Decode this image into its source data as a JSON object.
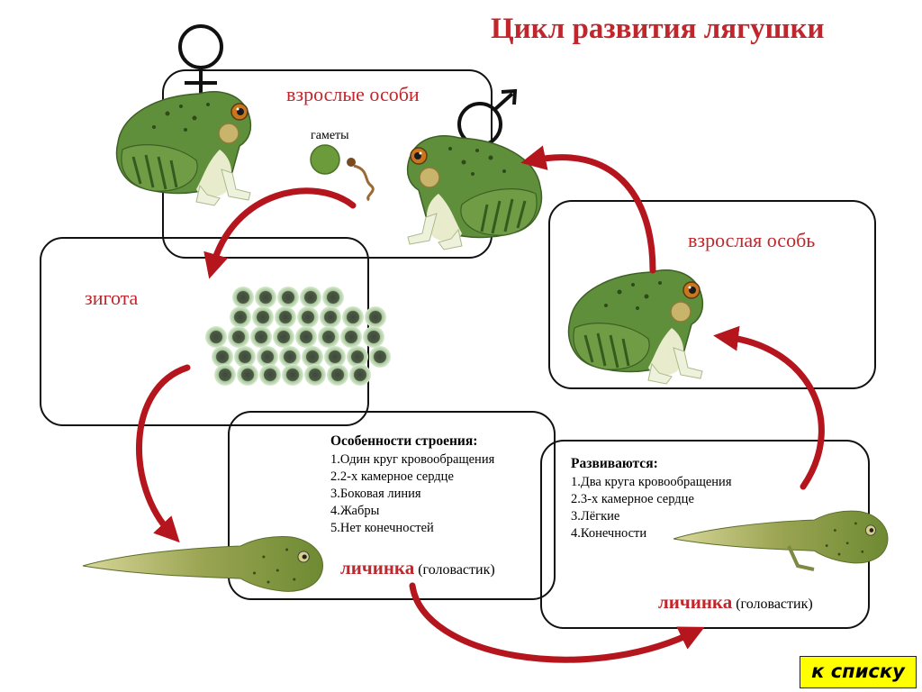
{
  "title": "Цикл развития лягушки",
  "colors": {
    "accent_red": "#c0272d",
    "frog_green": "#5f8f3a",
    "button_yellow": "#ffff00"
  },
  "stages": {
    "adults": {
      "label": "взрослые особи",
      "gametes_label": "гаметы",
      "female_symbol": "♀",
      "male_symbol": "♂"
    },
    "zygote": {
      "label": "зигота"
    },
    "larva1": {
      "heading": "Особенности строения:",
      "features": [
        "1.Один круг кровообращения",
        "2.2-х камерное сердце",
        "3.Боковая линия",
        "4.Жабры",
        "5.Нет конечностей"
      ],
      "name_red": "личинка",
      "name_note": "(головастик)"
    },
    "larva2": {
      "heading": "Развиваются:",
      "features": [
        "1.Два круга кровообращения",
        "2.3-х камерное сердце",
        "3.Лёгкие",
        "4.Конечности"
      ],
      "name_red": "личинка",
      "name_note": "(головастик)"
    },
    "adult": {
      "label": "взрослая особь"
    }
  },
  "nav": {
    "back_to_list": "к списку"
  },
  "icons": [
    "female-symbol-icon",
    "male-symbol-icon",
    "frog-icon",
    "egg-cluster-icon",
    "tadpole-icon",
    "cycle-arrow-icon"
  ]
}
